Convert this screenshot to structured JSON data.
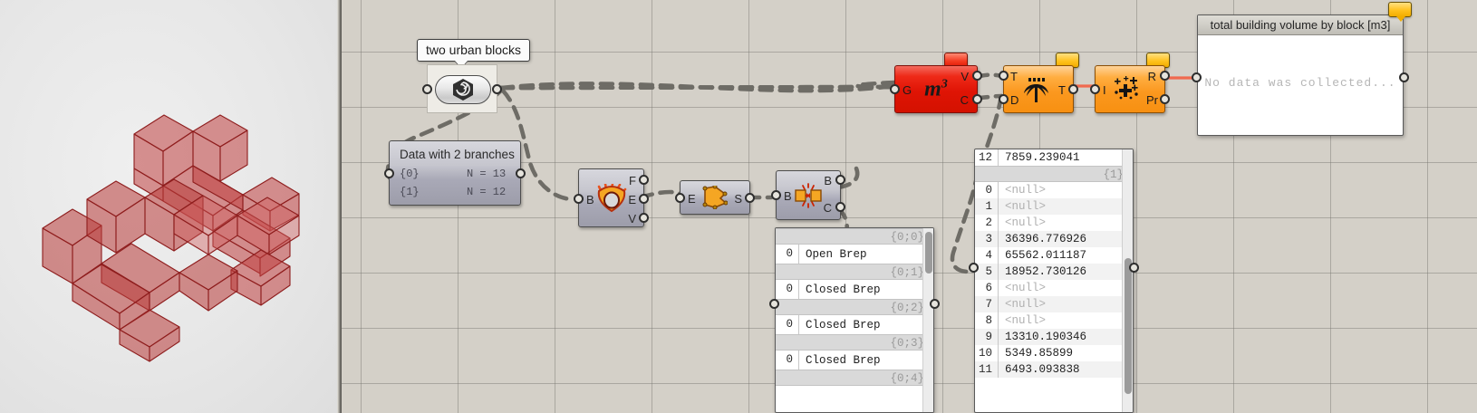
{
  "app": {
    "viewport_name": "rhino-perspective-viewport",
    "canvas_name": "grasshopper-canvas"
  },
  "nickname_balloon": {
    "label": "two urban blocks"
  },
  "geometry_param": {
    "icon": "brep-spiral-icon"
  },
  "param_viewer": {
    "title": "Data with 2 branches",
    "rows": [
      {
        "path": "{0}",
        "count": "N = 13"
      },
      {
        "path": "{1}",
        "count": "N = 12"
      }
    ]
  },
  "components": [
    {
      "id": "deconstruct-brep",
      "icon": "deconstruct-brep-icon",
      "inputs": [
        "B"
      ],
      "outputs": [
        "F",
        "E",
        "V"
      ]
    },
    {
      "id": "surface-from-edges",
      "icon": "boundary-surface-icon",
      "inputs": [
        "E"
      ],
      "outputs": [
        "S"
      ]
    },
    {
      "id": "brep-join",
      "icon": "join-brep-icon",
      "inputs": [
        "B"
      ],
      "outputs": [
        "B",
        "C"
      ]
    },
    {
      "id": "volume",
      "icon": "volume-m3-icon",
      "inputs": [
        "G"
      ],
      "outputs": [
        "V",
        "C"
      ],
      "color": "#e31a05"
    },
    {
      "id": "tree-branch",
      "icon": "palm-tree-icon",
      "inputs": [
        "T",
        "D"
      ],
      "outputs": [
        "T"
      ],
      "color": "#fb981f"
    },
    {
      "id": "mass-addition",
      "icon": "cluster-dots-icon",
      "inputs": [
        "I"
      ],
      "outputs": [
        "R",
        "Pr"
      ],
      "color": "#fb981f"
    }
  ],
  "brep_panel": {
    "name": "brep-type-panel",
    "entries": [
      {
        "branch": "{0;0}",
        "index": "0",
        "value": "Open Brep"
      },
      {
        "branch": "{0;1}",
        "index": "0",
        "value": "Closed Brep"
      },
      {
        "branch": "{0;2}",
        "index": "0",
        "value": "Closed Brep"
      },
      {
        "branch": "{0;3}",
        "index": "0",
        "value": "Closed Brep"
      },
      {
        "branch": "{0;4}",
        "index": "",
        "value": ""
      }
    ]
  },
  "volume_panel": {
    "name": "volume-values-panel",
    "top_row": {
      "index": "12",
      "value": "7859.239041"
    },
    "branch": "{1}",
    "rows": [
      {
        "index": "0",
        "value": "<null>",
        "null": true
      },
      {
        "index": "1",
        "value": "<null>",
        "null": true
      },
      {
        "index": "2",
        "value": "<null>",
        "null": true
      },
      {
        "index": "3",
        "value": "36396.776926",
        "null": false
      },
      {
        "index": "4",
        "value": "65562.011187",
        "null": false
      },
      {
        "index": "5",
        "value": "18952.730126",
        "null": false
      },
      {
        "index": "6",
        "value": "<null>",
        "null": true
      },
      {
        "index": "7",
        "value": "<null>",
        "null": true
      },
      {
        "index": "8",
        "value": "<null>",
        "null": true
      },
      {
        "index": "9",
        "value": "13310.190346",
        "null": false
      },
      {
        "index": "10",
        "value": "5349.85899",
        "null": false
      },
      {
        "index": "11",
        "value": "6493.093838",
        "null": false
      }
    ]
  },
  "result_panel": {
    "title": "total building volume by block [m3]",
    "empty_message": "No data was collected..."
  },
  "colors": {
    "canvas": "#d4d0c8",
    "wire": "#6e6c66",
    "wire_active": "#f06a4f",
    "component_red": "#e31a05",
    "component_orange": "#fb981f",
    "panel_background": "#ffffff",
    "massing": "#b03030"
  }
}
